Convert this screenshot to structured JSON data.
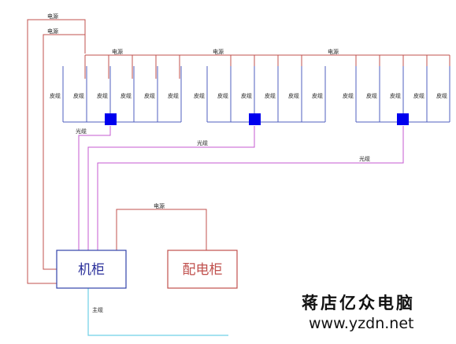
{
  "labels": {
    "power": "电源",
    "leather_cable": "皮缆",
    "optical_cable": "光缆",
    "trunk_cable": "主缆",
    "cabinet": "机柜",
    "distribution_cabinet": "配电柜"
  },
  "watermark": {
    "name": "蒋店亿众电脑",
    "url": "www.yzdn.net"
  },
  "colors": {
    "power_line": "#c0504d",
    "leather_line": "#4f5fbf",
    "optical_line": "#c45ad0",
    "trunk_line": "#6fd0e6",
    "splitter_box": "#0000ee",
    "cabinet_border": "#3344aa",
    "distribution_border": "#c0504d"
  }
}
